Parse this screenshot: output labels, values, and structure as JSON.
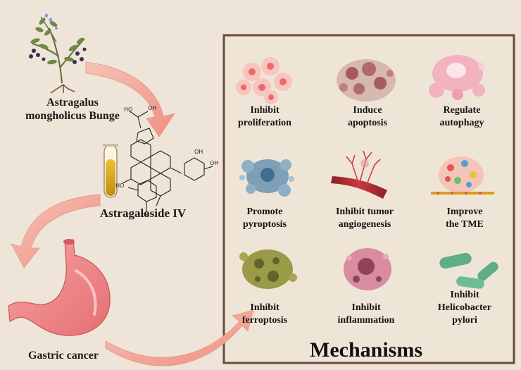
{
  "plant": {
    "name_line1": "Astragalus",
    "name_line2": "mongholicus Bunge"
  },
  "compound": {
    "name": "Astragaloside IV"
  },
  "disease": {
    "name": "Gastric cancer"
  },
  "mechanisms_title": "Mechanisms",
  "mechanisms": [
    {
      "line1": "Inhibit",
      "line2": "proliferation"
    },
    {
      "line1": "Induce",
      "line2": "apoptosis"
    },
    {
      "line1": "Regulate",
      "line2": "autophagy"
    },
    {
      "line1": "Promote",
      "line2": "pyroptosis"
    },
    {
      "line1": "Inhibit tumor",
      "line2": "angiogenesis"
    },
    {
      "line1": "Improve",
      "line2": "the TME"
    },
    {
      "line1": "Inhibit",
      "line2": "ferroptosis"
    },
    {
      "line1": "Inhibit",
      "line2": "inflammation"
    },
    {
      "line1": "Inhibit",
      "line2": "Helicobacter",
      "line3": "pylori"
    }
  ],
  "colors": {
    "background": "#eee5d8",
    "panel_border": "#6b4a3a",
    "arrow": "#f3a89c",
    "stomach": "#f08a8a",
    "tube_liquid": "#d4a017"
  }
}
